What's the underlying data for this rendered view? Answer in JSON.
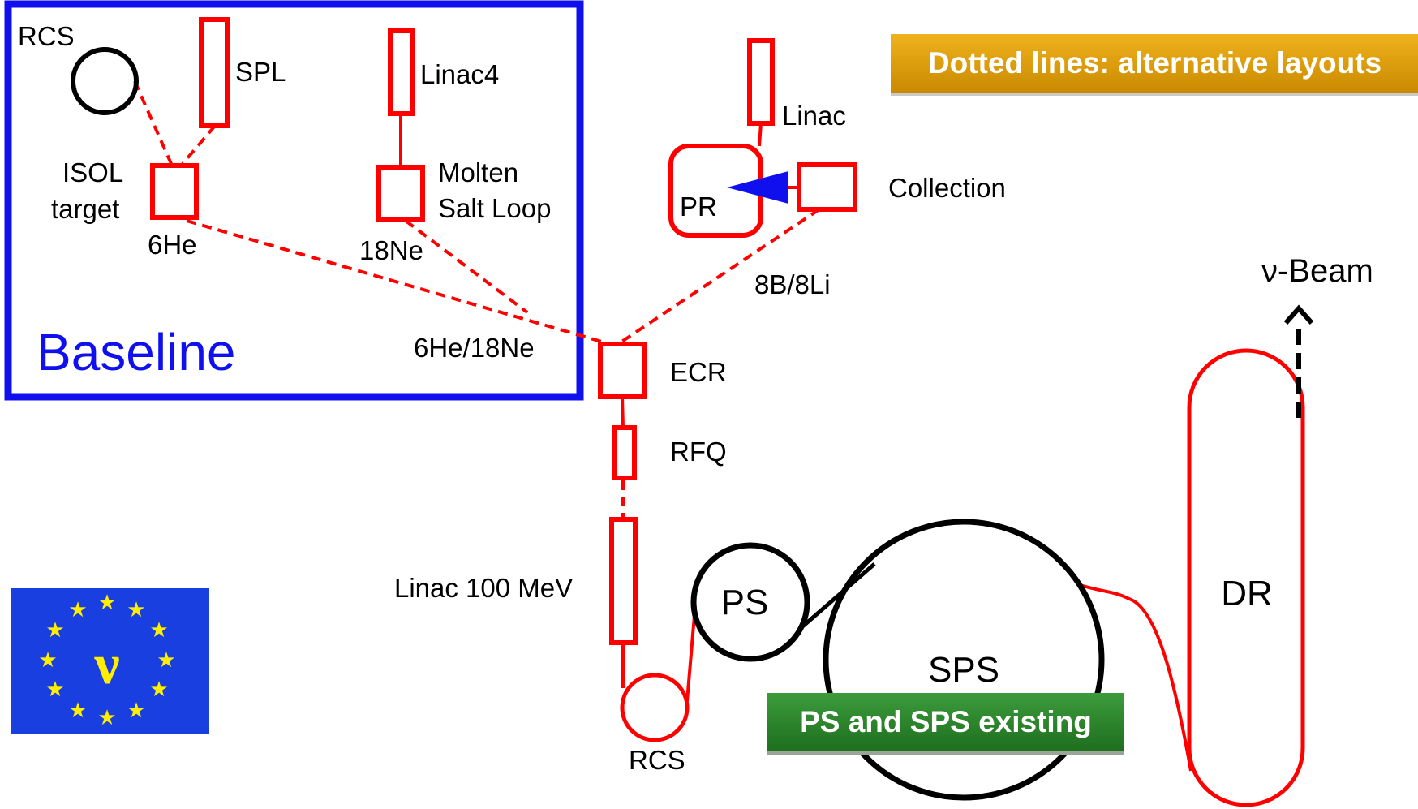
{
  "diagram": {
    "baseline_title": "Baseline",
    "labels": {
      "rcs_top": "RCS",
      "spl": "SPL",
      "linac4": "Linac4",
      "isol_line1": "ISOL",
      "isol_line2": "target",
      "he6": "6He",
      "molten_line1": "Molten",
      "molten_line2": "Salt Loop",
      "ne18": "18Ne",
      "he_ne": "6He/18Ne",
      "linac": "Linac",
      "pr": "PR",
      "collection": "Collection",
      "b8li8": "8B/8Li",
      "ecr": "ECR",
      "rfq": "RFQ",
      "linac100": "Linac 100 MeV",
      "rcs_bottom": "RCS",
      "ps": "PS",
      "sps": "SPS",
      "dr": "DR",
      "nu_beam": "ν-Beam",
      "logo_nu": "ν"
    },
    "callouts": {
      "alternative": "Dotted lines: alternative layouts",
      "existing": "PS and SPS existing"
    },
    "colors": {
      "red": "#ff0000",
      "blue": "#1010ee",
      "black": "#000000",
      "logo_blue": "#1a3fe0",
      "star_yellow": "#ffee00",
      "callout_orange": "#d99a00",
      "callout_green": "#2e862e"
    }
  }
}
